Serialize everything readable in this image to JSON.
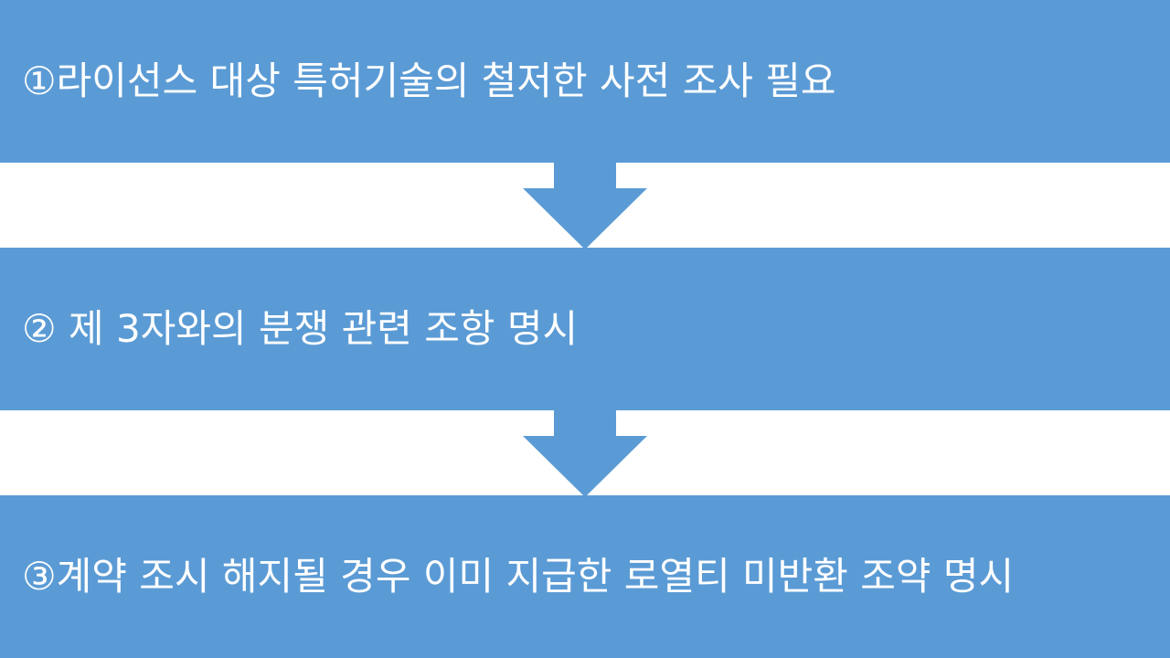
{
  "colors": {
    "box": "#5b9bd5",
    "text": "#ffffff",
    "background": "#ffffff"
  },
  "steps": [
    {
      "label": "①라이선스 대상 특허기술의 철저한 사전 조사 필요"
    },
    {
      "label": "② 제 3자와의 분쟁 관련 조항 명시"
    },
    {
      "label": "③계약 조시 해지될 경우 이미 지급한 로열티 미반환 조약 명시"
    }
  ]
}
